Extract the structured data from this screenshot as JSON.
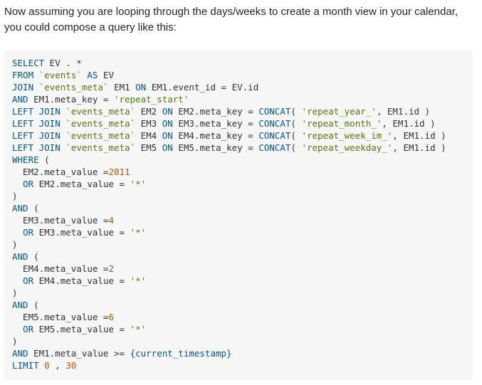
{
  "intro_text": "Now assuming you are looping through the days/weeks to create a month view in your calendar, you could compose a query like this:",
  "code_lines": [
    [
      [
        "kw",
        "SELECT"
      ],
      [
        "pl",
        " EV . *"
      ]
    ],
    [
      [
        "kw",
        "FROM"
      ],
      [
        "pl",
        " "
      ],
      [
        "str",
        "`events`"
      ],
      [
        "pl",
        " "
      ],
      [
        "kw",
        "AS"
      ],
      [
        "pl",
        " EV"
      ]
    ],
    [
      [
        "kw",
        "JOIN"
      ],
      [
        "pl",
        " "
      ],
      [
        "str",
        "`events_meta`"
      ],
      [
        "pl",
        " EM1 "
      ],
      [
        "kw",
        "ON"
      ],
      [
        "pl",
        " EM1.event_id = EV.id"
      ]
    ],
    [
      [
        "kw",
        "AND"
      ],
      [
        "pl",
        " EM1.meta_key = "
      ],
      [
        "str",
        "'repeat_start'"
      ]
    ],
    [
      [
        "kw",
        "LEFT JOIN"
      ],
      [
        "pl",
        " "
      ],
      [
        "str",
        "`events_meta`"
      ],
      [
        "pl",
        " EM2 "
      ],
      [
        "kw",
        "ON"
      ],
      [
        "pl",
        " EM2.meta_key = "
      ],
      [
        "kw",
        "CONCAT"
      ],
      [
        "pl",
        "( "
      ],
      [
        "str",
        "'repeat_year_'"
      ],
      [
        "pl",
        ", EM1.id )"
      ]
    ],
    [
      [
        "kw",
        "LEFT JOIN"
      ],
      [
        "pl",
        " "
      ],
      [
        "str",
        "`events_meta`"
      ],
      [
        "pl",
        " EM3 "
      ],
      [
        "kw",
        "ON"
      ],
      [
        "pl",
        " EM3.meta_key = "
      ],
      [
        "kw",
        "CONCAT"
      ],
      [
        "pl",
        "( "
      ],
      [
        "str",
        "'repeat_month_'"
      ],
      [
        "pl",
        ", EM1.id )"
      ]
    ],
    [
      [
        "kw",
        "LEFT JOIN"
      ],
      [
        "pl",
        " "
      ],
      [
        "str",
        "`events_meta`"
      ],
      [
        "pl",
        " EM4 "
      ],
      [
        "kw",
        "ON"
      ],
      [
        "pl",
        " EM4.meta_key = "
      ],
      [
        "kw",
        "CONCAT"
      ],
      [
        "pl",
        "( "
      ],
      [
        "str",
        "'repeat_week_im_'"
      ],
      [
        "pl",
        ", EM1.id )"
      ]
    ],
    [
      [
        "kw",
        "LEFT JOIN"
      ],
      [
        "pl",
        " "
      ],
      [
        "str",
        "`events_meta`"
      ],
      [
        "pl",
        " EM5 "
      ],
      [
        "kw",
        "ON"
      ],
      [
        "pl",
        " EM5.meta_key = "
      ],
      [
        "kw",
        "CONCAT"
      ],
      [
        "pl",
        "( "
      ],
      [
        "str",
        "'repeat_weekday_'"
      ],
      [
        "pl",
        ", EM1.id )"
      ]
    ],
    [
      [
        "kw",
        "WHERE"
      ],
      [
        "pl",
        " ("
      ]
    ],
    [
      [
        "pl",
        "  EM2.meta_value ="
      ],
      [
        "num",
        "2011"
      ]
    ],
    [
      [
        "pl",
        "  "
      ],
      [
        "kw",
        "OR"
      ],
      [
        "pl",
        " EM2.meta_value = "
      ],
      [
        "str",
        "'*'"
      ]
    ],
    [
      [
        "pl",
        ")"
      ]
    ],
    [
      [
        "kw",
        "AND"
      ],
      [
        "pl",
        " ("
      ]
    ],
    [
      [
        "pl",
        "  EM3.meta_value ="
      ],
      [
        "num",
        "4"
      ]
    ],
    [
      [
        "pl",
        "  "
      ],
      [
        "kw",
        "OR"
      ],
      [
        "pl",
        " EM3.meta_value = "
      ],
      [
        "str",
        "'*'"
      ]
    ],
    [
      [
        "pl",
        ")"
      ]
    ],
    [
      [
        "kw",
        "AND"
      ],
      [
        "pl",
        " ("
      ]
    ],
    [
      [
        "pl",
        "  EM4.meta_value ="
      ],
      [
        "num",
        "2"
      ]
    ],
    [
      [
        "pl",
        "  "
      ],
      [
        "kw",
        "OR"
      ],
      [
        "pl",
        " EM4.meta_value = "
      ],
      [
        "str",
        "'*'"
      ]
    ],
    [
      [
        "pl",
        ")"
      ]
    ],
    [
      [
        "kw",
        "AND"
      ],
      [
        "pl",
        " ("
      ]
    ],
    [
      [
        "pl",
        "  EM5.meta_value ="
      ],
      [
        "num",
        "6"
      ]
    ],
    [
      [
        "pl",
        "  "
      ],
      [
        "kw",
        "OR"
      ],
      [
        "pl",
        " EM5.meta_value = "
      ],
      [
        "str",
        "'*'"
      ]
    ],
    [
      [
        "pl",
        ")"
      ]
    ],
    [
      [
        "kw",
        "AND"
      ],
      [
        "pl",
        " EM1.meta_value >= "
      ],
      [
        "kw",
        "{current_timestamp}"
      ]
    ],
    [
      [
        "kw",
        "LIMIT"
      ],
      [
        "pl",
        " "
      ],
      [
        "num",
        "0"
      ],
      [
        "pl",
        " , "
      ],
      [
        "num",
        "30"
      ]
    ]
  ],
  "colors": {
    "keyword": "#015692",
    "string": "#54790d",
    "number": "#b75501",
    "plain": "#2f3337",
    "code_background": "#f6f6f6"
  }
}
